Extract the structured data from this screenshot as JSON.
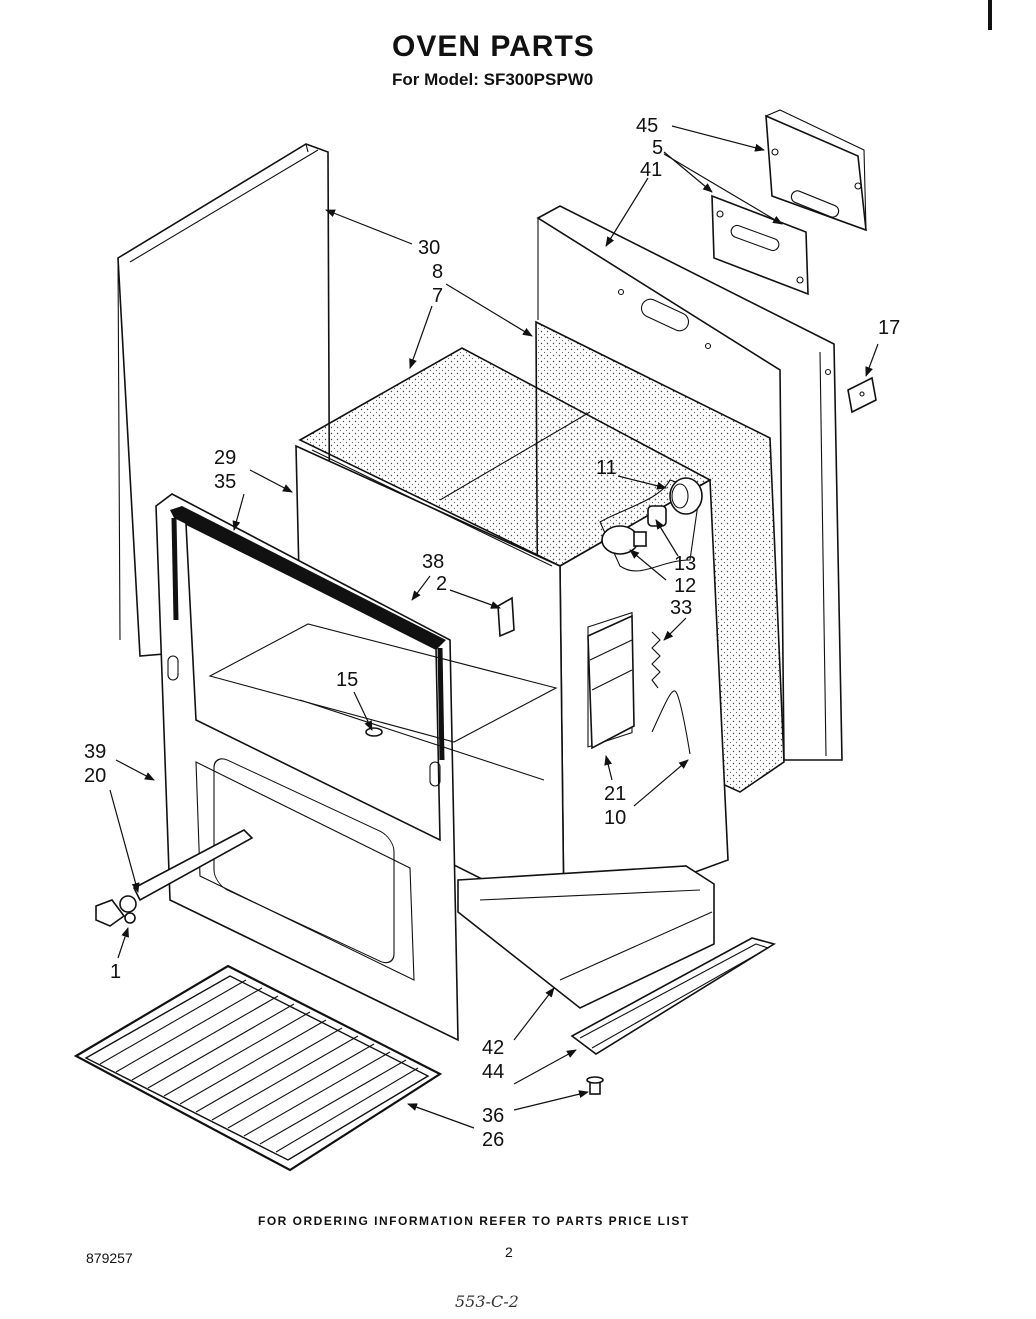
{
  "header": {
    "title": "OVEN PARTS",
    "model_line": "For Model: SF300PSPW0"
  },
  "footer": {
    "ordering_note": "FOR ORDERING INFORMATION REFER TO PARTS PRICE LIST",
    "doc_number": "879257",
    "page_number": "2",
    "handwritten_note": "553-C-2"
  },
  "callouts": {
    "c45": "45",
    "c5": "5",
    "c41": "41",
    "c30": "30",
    "c8": "8",
    "c7": "7",
    "c17": "17",
    "c29": "29",
    "c35": "35",
    "c11": "11",
    "c13": "13",
    "c12": "12",
    "c38": "38",
    "c2": "2",
    "c33": "33",
    "c15": "15",
    "c39": "39",
    "c20": "20",
    "c21": "21",
    "c10": "10",
    "c1": "1",
    "c42": "42",
    "c44": "44",
    "c36": "36",
    "c26": "26"
  }
}
